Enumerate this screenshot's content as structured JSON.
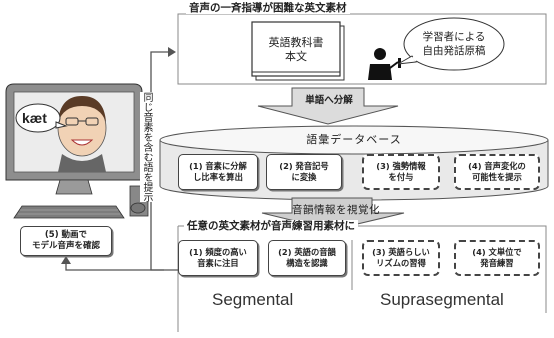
{
  "top_section": {
    "title": "音声の一斉指導が困難な英文素材",
    "textbook": [
      "英語教科書",
      "本文"
    ],
    "learner_bubble": [
      "学習者による",
      "自由発話原稿"
    ]
  },
  "split_arrow": "単語へ分解",
  "database": {
    "label": "語彙データベース",
    "boxes": [
      [
        "(1) 音素に分解",
        "し比率を算出"
      ],
      [
        "(2) 発音記号",
        "に変換"
      ],
      [
        "(3) 強勢情報",
        "を付与"
      ],
      [
        "(4) 音声変化の",
        "可能性を提示"
      ]
    ]
  },
  "visualize_arrow": "音韻情報を視覚化",
  "bottom_section": {
    "title": "任意の英文素材が音声練習用素材に",
    "boxes": [
      [
        "(1) 頻度の高い",
        "音素に注目"
      ],
      [
        "(2) 英語の音韻",
        "構造を認識"
      ],
      [
        "(3) 英語らしい",
        "リズムの習得"
      ],
      [
        "(4) 文単位で",
        "発音練習"
      ]
    ],
    "segmental": "Segmental",
    "suprasegmental": "Suprasegmental"
  },
  "vertical_label": "同じ音素を含む語を提示",
  "monitor": {
    "speech": "kæt",
    "caption": [
      "(5) 動画で",
      "モデル音声を確認"
    ]
  }
}
